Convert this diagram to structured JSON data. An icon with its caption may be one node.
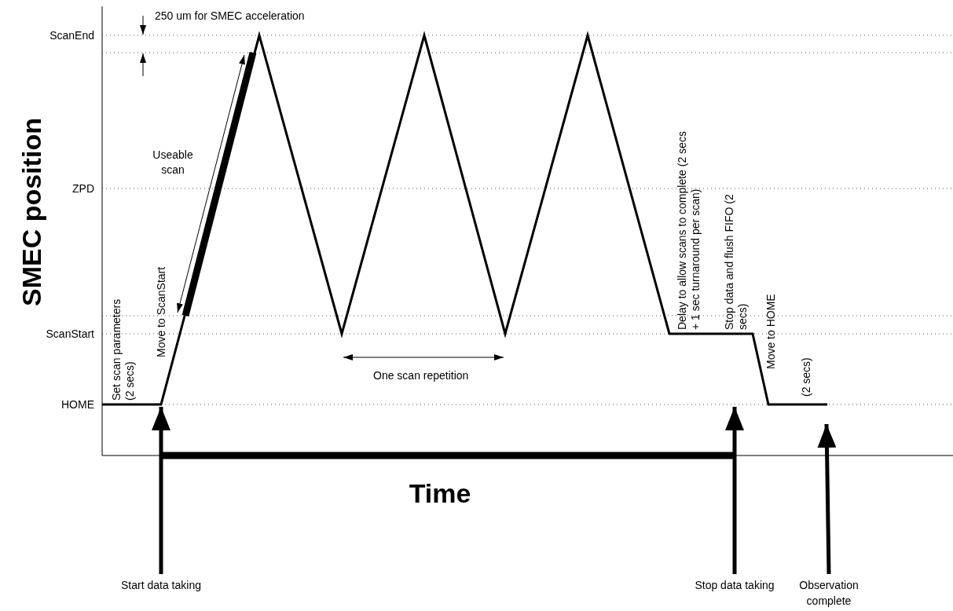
{
  "diagram": {
    "nodes": [
      {
        "text": [
          "Start data taking"
        ]
      },
      {
        "text": [
          "Stop data taking"
        ]
      },
      {
        "text": [
          "Observation complete"
        ]
      }
    ],
    "edges": [
      {
        "from": 0,
        "to": null,
        "arrow": "to"
      },
      {
        "from": 1,
        "to": null,
        "arrow": "to"
      },
      {
        "from": 2,
        "to": null,
        "arrow": "to"
      }
    ],
    "labels": [
      "250 um for SMEC acceleration",
      "ScanEnd",
      "ZPD",
      "ScanStart",
      "HOME",
      "SMEC position",
      "Useable scan",
      "Set scan parameters (2 secs)",
      "Move to ScanStart",
      "One scan repetition",
      "Delay to allow scans to complete (2 secs + 1 sec turnaround per scan)",
      "Stop data and flush FIFO (2 secs)",
      "Move to HOME",
      "(2 secs)",
      "Time"
    ]
  }
}
